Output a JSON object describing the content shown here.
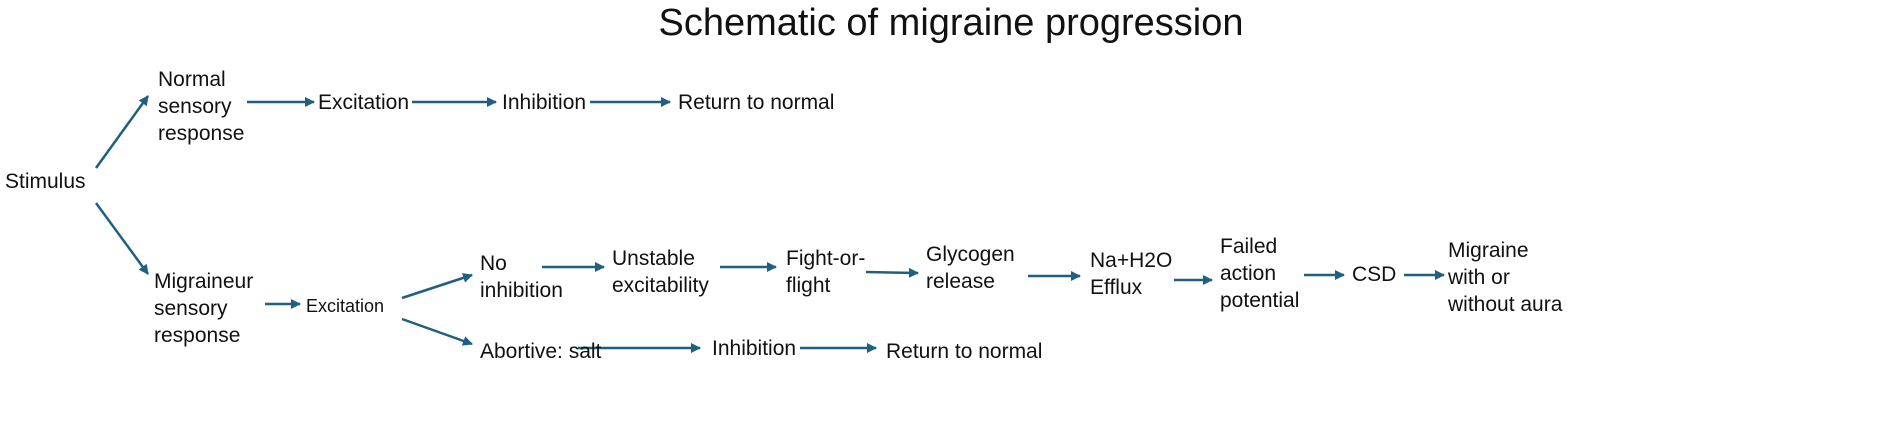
{
  "title": "Schematic of migraine progression",
  "nodes": {
    "stimulus": "Stimulus",
    "normal_response": "Normal\nsensory\nresponse",
    "normal_excitation": "Excitation",
    "normal_inhibition": "Inhibition",
    "normal_return": "Return to normal",
    "migraineur_response": "Migraineur\nsensory\nresponse",
    "migraineur_excitation": "Excitation",
    "no_inhibition": "No\ninhibition",
    "unstable_excitability": "Unstable\nexcitability",
    "fight_or_flight": "Fight-or-\nflight",
    "glycogen_release": "Glycogen\nrelease",
    "na_h2o_efflux": "Na+H2O\nEfflux",
    "failed_action_potential": "Failed\naction\npotential",
    "csd": "CSD",
    "migraine_outcome": "Migraine\nwith or\nwithout aura",
    "abortive_salt": "Abortive: salt",
    "abortive_inhibition": "Inhibition",
    "abortive_return": "Return to normal"
  },
  "colors": {
    "arrow": "#1f5f7f",
    "text": "#111111"
  }
}
